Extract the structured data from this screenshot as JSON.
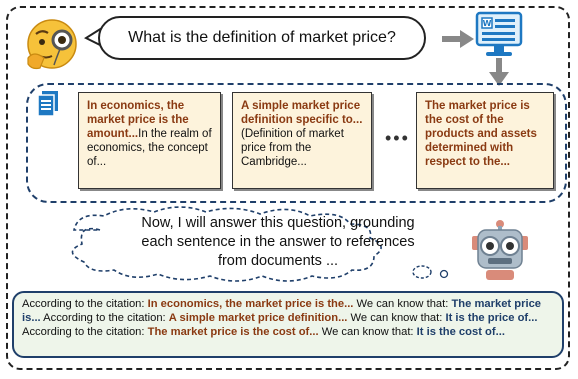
{
  "question": "What is the definition of market price?",
  "documents": [
    {
      "bold": "In economics, the market price is the amount...",
      "rest": "In the realm of economics, the concept of..."
    },
    {
      "bold": "A simple market price definition specific to...",
      "rest": "(Definition of market price from the Cambridge..."
    },
    {
      "bold": "The market price is the cost of the products and assets determined with respect to the...",
      "rest": ""
    }
  ],
  "ellipsis": "•••",
  "thought": "Now, I will answer this question, grounding each sentence in the answer to references from documents ...",
  "answer": {
    "cite_prefix": "According to the citation:",
    "know_prefix": "We can know that:",
    "segments": [
      {
        "citation": "In economics, the market price is the...",
        "claim": "The market price is..."
      },
      {
        "citation": "A simple market price definition...",
        "claim": "It is the price of..."
      },
      {
        "citation": "The market price is the cost of...",
        "claim": "It is the cost of..."
      }
    ]
  },
  "icons": [
    "thinking-face-icon",
    "right-arrow-icon",
    "web-document-monitor-icon",
    "down-arrow-icon",
    "document-stack-icon",
    "robot-icon"
  ],
  "colors": {
    "citation": "#8a3a12",
    "claim": "#1f3f6a",
    "card_bg": "#fdf3dc",
    "answer_bg": "#eef5ea",
    "border_blue": "#1f3f6a"
  }
}
